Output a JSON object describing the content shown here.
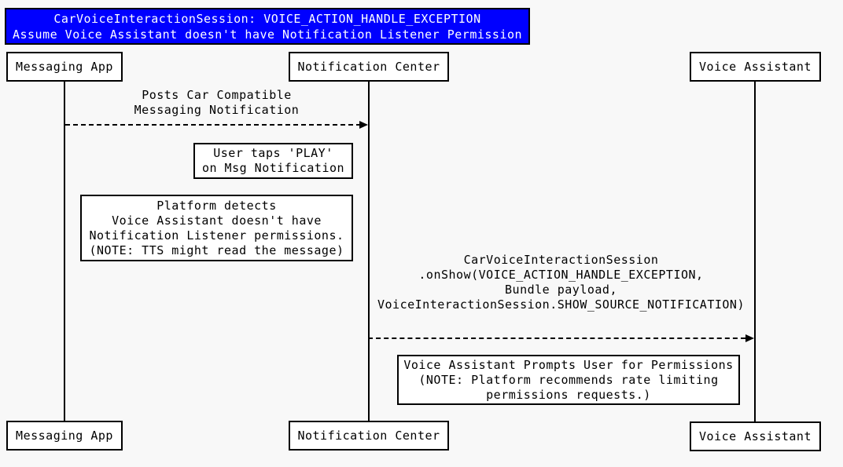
{
  "diagram_type": "sequence-diagram",
  "colors": {
    "background": "#F8F8F8",
    "title_background": "#0000FF",
    "title_text": "#FFFFFF",
    "box_background": "#FFFFFF",
    "border": "#000000",
    "text": "#000000"
  },
  "title": {
    "lines": [
      "CarVoiceInteractionSession: VOICE_ACTION_HANDLE_EXCEPTION",
      "Assume Voice Assistant doesn't have Notification Listener Permission"
    ]
  },
  "participants": [
    {
      "name": "Messaging App"
    },
    {
      "name": "Notification Center"
    },
    {
      "name": "Voice Assistant"
    }
  ],
  "messages": [
    {
      "from": "Messaging App",
      "to": "Notification Center",
      "line_style": "dashed",
      "lines": [
        "Posts Car Compatible",
        "Messaging Notification"
      ]
    },
    {
      "from": "Notification Center",
      "to": "Voice Assistant",
      "line_style": "dashed",
      "lines": [
        "CarVoiceInteractionSession",
        ".onShow(VOICE_ACTION_HANDLE_EXCEPTION,",
        "Bundle payload,",
        "VoiceInteractionSession.SHOW_SOURCE_NOTIFICATION)"
      ]
    }
  ],
  "notes": [
    {
      "lines": [
        "User taps 'PLAY'",
        "on Msg Notification"
      ]
    },
    {
      "lines": [
        "Platform detects",
        "Voice Assistant doesn't have",
        "Notification Listener permissions.",
        "(NOTE: TTS might read the message)"
      ]
    },
    {
      "lines": [
        "Voice Assistant Prompts User for Permissions",
        "(NOTE: Platform recommends rate limiting",
        "permissions requests.)"
      ]
    }
  ]
}
